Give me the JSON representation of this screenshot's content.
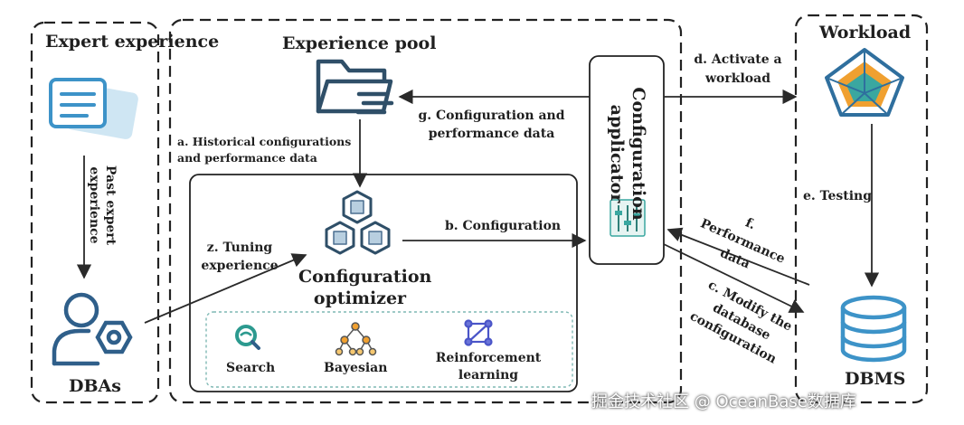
{
  "expert_panel": {
    "title": "Expert experience",
    "arrow_label": "Past expert experience",
    "dbas_label": "DBAs"
  },
  "pool": {
    "title": "Experience pool"
  },
  "optimizer": {
    "title": "Configuration optimizer",
    "methods": [
      "Search",
      "Bayesian",
      "Reinforcement learning"
    ]
  },
  "applicator": {
    "title": "Configuration applicator"
  },
  "workload_panel": {
    "title": "Workload",
    "dbms_label": "DBMS"
  },
  "edges": {
    "a": "a. Historical configurations and performance data",
    "b": "b. Configuration",
    "c": "c. Modify the database configuration",
    "d": "d. Activate a workload",
    "e": "e. Testing",
    "f": "f. Performance data",
    "g": "g. Configuration and performance data",
    "z": "z. Tuning experience"
  },
  "watermark": "掘金技术社区 @ OceanBase数据库",
  "colors": {
    "icon_blue": "#2f6f9e",
    "accent_orange": "#f0a030",
    "teal": "#3aa7a0",
    "line": "#2a2a2a"
  }
}
